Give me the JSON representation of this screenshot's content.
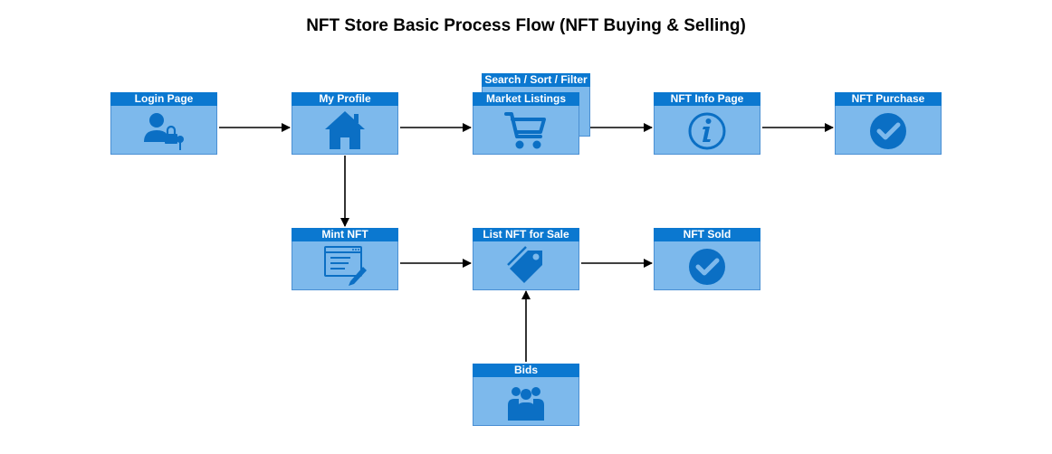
{
  "title": "NFT Store Basic Process Flow (NFT Buying & Selling)",
  "nodes": {
    "login": "Login Page",
    "profile": "My Profile",
    "search": "Search / Sort / Filter",
    "market": "Market Listings",
    "info": "NFT Info Page",
    "purchase": "NFT Purchase",
    "mint": "Mint NFT",
    "list": "List NFT for Sale",
    "sold": "NFT Sold",
    "bids": "Bids"
  },
  "colors": {
    "header": "#0b78d0",
    "body": "#7db9ec",
    "icon": "#0b6fc4",
    "edge": "#000000"
  },
  "icons": {
    "login": "user-lock-icon",
    "profile": "home-icon",
    "market": "shopping-cart-icon",
    "info": "info-icon",
    "purchase": "check-circle-icon",
    "mint": "edit-window-icon",
    "list": "price-tag-icon",
    "sold": "check-circle-icon",
    "bids": "group-icon"
  }
}
